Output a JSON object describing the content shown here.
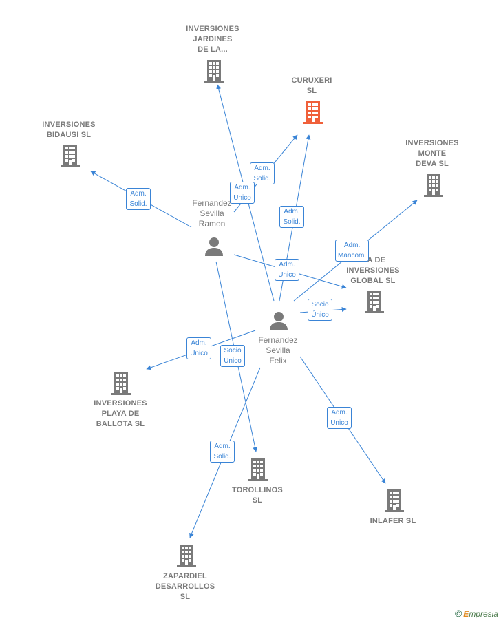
{
  "colors": {
    "edge": "#3a84d6",
    "company": "#7a7a7a",
    "highlight": "#f0603a",
    "person": "#7a7a7a"
  },
  "companies": [
    {
      "id": "inversiones-jardines",
      "label": "INVERSIONES\nJARDINES\nDE LA...",
      "icon": "building-icon",
      "highlight": false
    },
    {
      "id": "curuxeri",
      "label": "CURUXERI\nSL",
      "icon": "building-icon",
      "highlight": true
    },
    {
      "id": "inversiones-bidausi",
      "label": "INVERSIONES\nBIDAUSI  SL",
      "icon": "building-icon",
      "highlight": false
    },
    {
      "id": "inversiones-monte-deva",
      "label": "INVERSIONES\nMONTE\nDEVA SL",
      "icon": "building-icon",
      "highlight": false
    },
    {
      "id": "global",
      "label": "...A DE\nINVERSIONES\nGLOBAL  SL",
      "icon": "building-icon",
      "highlight": false
    },
    {
      "id": "inversiones-playa",
      "label": "INVERSIONES\nPLAYA DE\nBALLOTA  SL",
      "icon": "building-icon",
      "highlight": false
    },
    {
      "id": "torollinos",
      "label": "TOROLLINOS\nSL",
      "icon": "building-icon",
      "highlight": false
    },
    {
      "id": "inlafer",
      "label": "INLAFER  SL",
      "icon": "building-icon",
      "highlight": false
    },
    {
      "id": "zapardiel",
      "label": "ZAPARDIEL\nDESARROLLOS\nSL",
      "icon": "building-icon",
      "highlight": false
    }
  ],
  "persons": [
    {
      "id": "ramon",
      "label": "Fernandez\nSevilla\nRamon",
      "icon": "person-icon"
    },
    {
      "id": "felix",
      "label": "Fernandez\nSevilla\nFelix",
      "icon": "person-icon"
    }
  ],
  "edges": [
    {
      "from": "ramon",
      "to": "inversiones-bidausi",
      "label": "Adm.\nSolid."
    },
    {
      "from": "ramon",
      "to": "curuxeri",
      "label": "Adm.\nSolid."
    },
    {
      "from": "ramon",
      "to": "global",
      "label": "Adm.\nUnico"
    },
    {
      "from": "ramon",
      "to": "torollinos",
      "label": "Socio\nÚnico"
    },
    {
      "from": "felix",
      "to": "inversiones-jardines",
      "label": "Adm.\nUnico"
    },
    {
      "from": "felix",
      "to": "curuxeri",
      "label": "Adm.\nSolid."
    },
    {
      "from": "felix",
      "to": "inversiones-monte-deva",
      "label": "Adm.\nMancom."
    },
    {
      "from": "felix",
      "to": "global",
      "label": "Socio\nÚnico"
    },
    {
      "from": "felix",
      "to": "inversiones-playa",
      "label": "Adm.\nUnico"
    },
    {
      "from": "felix",
      "to": "zapardiel",
      "label": "Adm.\nSolid."
    },
    {
      "from": "felix",
      "to": "inlafer",
      "label": "Adm.\nUnico"
    }
  ],
  "footer": {
    "copyright": "©",
    "brand_initial": "E",
    "brand_rest": "mpresia"
  }
}
